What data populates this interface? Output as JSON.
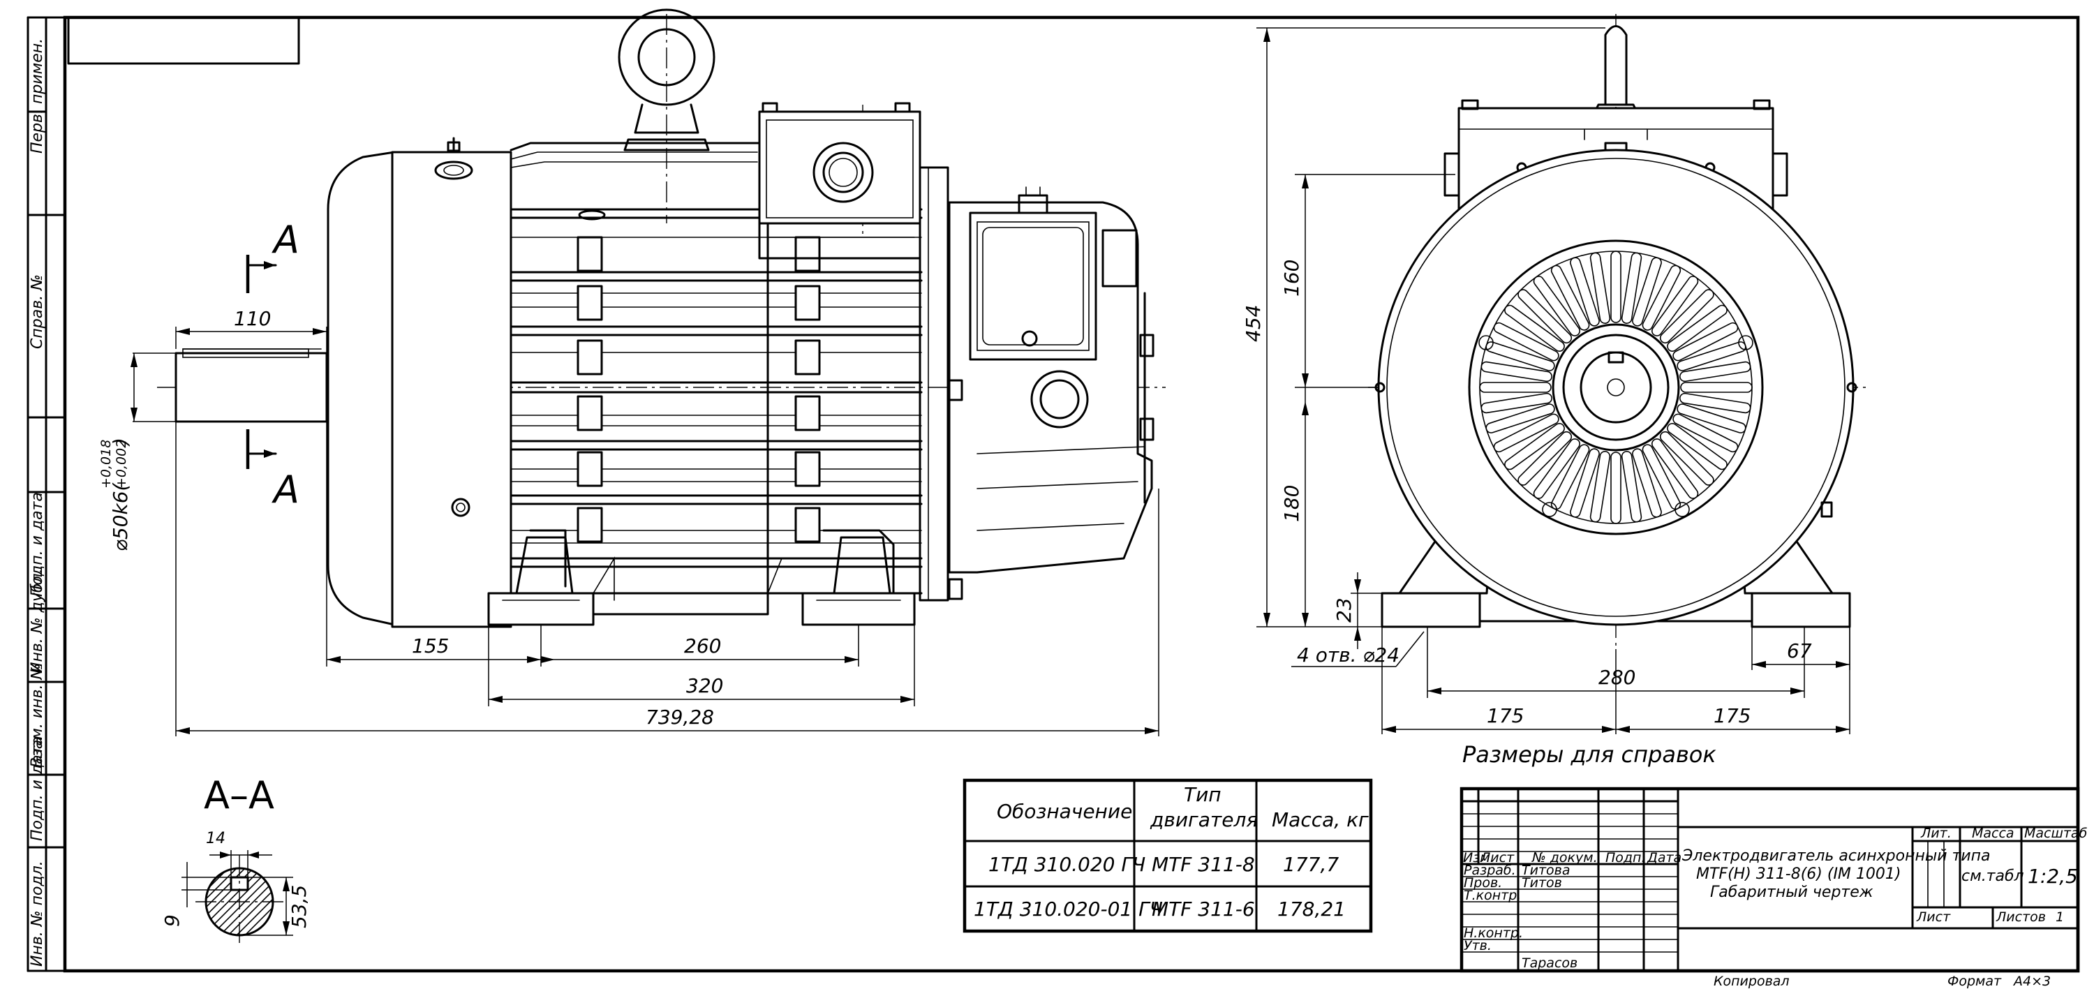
{
  "side_view": {
    "dims": {
      "shaft_len": "110",
      "shaft_dia": "⌀50k6(",
      "tol_top": "+0,018",
      "tol_bot": "+0,002",
      "tol_close": ")",
      "d155": "155",
      "d260": "260",
      "d320": "320",
      "total": "739,28"
    },
    "section_mark": "A"
  },
  "front_view": {
    "dims": {
      "height": "454",
      "upper": "160",
      "lower": "180",
      "foot": "23",
      "holes": "4 отв. ⌀24",
      "width": "280",
      "half_l": "175",
      "half_r": "175",
      "foot_w": "67"
    },
    "note": "Размеры для справок"
  },
  "section": {
    "title": "А–А",
    "key_w": "14",
    "key_h": "9",
    "size": "53,5"
  },
  "side_strip": [
    "Перв. примен.",
    "Справ. №",
    "Подп. и дата",
    "Инв. № дубл.",
    "Взам. инв. №",
    "Подп. и дата",
    "Инв. № подл."
  ],
  "variants_table": {
    "headers": [
      "Обозначение",
      "Тип",
      "двигателя",
      "Масса, кг"
    ],
    "rows": [
      [
        "1ТД 310.020 ГЧ",
        "MTF 311-8",
        "177,7"
      ],
      [
        "1ТД 310.020-01 ГЧ",
        "MTF 311-6",
        "178,21"
      ]
    ]
  },
  "title_block": {
    "row_headers": [
      "Изм.",
      "Лист",
      "№ докум.",
      "Подп.",
      "Дата"
    ],
    "roles": [
      "Разраб.",
      "Пров.",
      "Т.контр.",
      "Н.контр.",
      "Утв."
    ],
    "names": [
      "Титова",
      "Титов",
      "Тарасов"
    ],
    "title_lines": [
      "Электродвигатель асинхронный типа",
      "MTF(H) 311-8(6) (IM 1001)",
      "Габаритный чертеж"
    ],
    "lit_label": "Лит.",
    "mass_label": "Масса",
    "scale_label": "Масштаб",
    "mass_value": "см.табл",
    "scale_value": "1:2,5",
    "sheet_label": "Лист",
    "sheets_label": "Листов",
    "sheets_value": "1",
    "copied": "Копировал",
    "format_label": "Формат",
    "format_value": "А4×3"
  }
}
